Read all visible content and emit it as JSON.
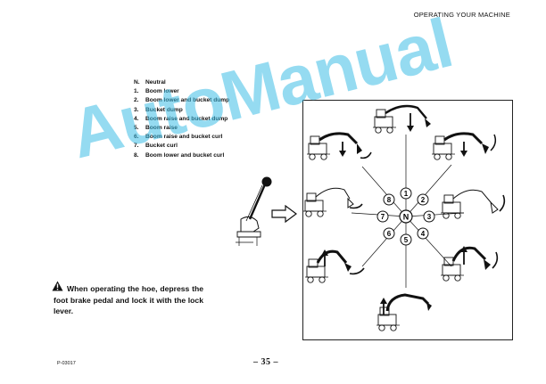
{
  "header": {
    "section_title": "OPERATING YOUR MACHINE"
  },
  "legend": {
    "items": [
      {
        "key": "N.",
        "label": "Neutral"
      },
      {
        "key": "1.",
        "label": "Boom lower"
      },
      {
        "key": "2.",
        "label": "Boom lower and bucket dump"
      },
      {
        "key": "3.",
        "label": "Bucket dump"
      },
      {
        "key": "4.",
        "label": "Boom raise and bucket dump"
      },
      {
        "key": "5.",
        "label": "Boom raise"
      },
      {
        "key": "6.",
        "label": "Boom raise and bucket curl"
      },
      {
        "key": "7.",
        "label": "Bucket curl"
      },
      {
        "key": "8.",
        "label": "Boom lower and bucket curl"
      }
    ]
  },
  "warning": {
    "icon": "warning-triangle-icon",
    "text": "When operating the hoe, depress the foot brake pedal and lock it with the lock lever."
  },
  "dial": {
    "center": "N",
    "positions": [
      "1",
      "2",
      "3",
      "4",
      "5",
      "6",
      "7",
      "8"
    ]
  },
  "footer": {
    "page_number": "– 35 –",
    "figure_code": "P-03017"
  },
  "watermark": {
    "text": "AutoManual",
    "color": "#3ebde6"
  }
}
